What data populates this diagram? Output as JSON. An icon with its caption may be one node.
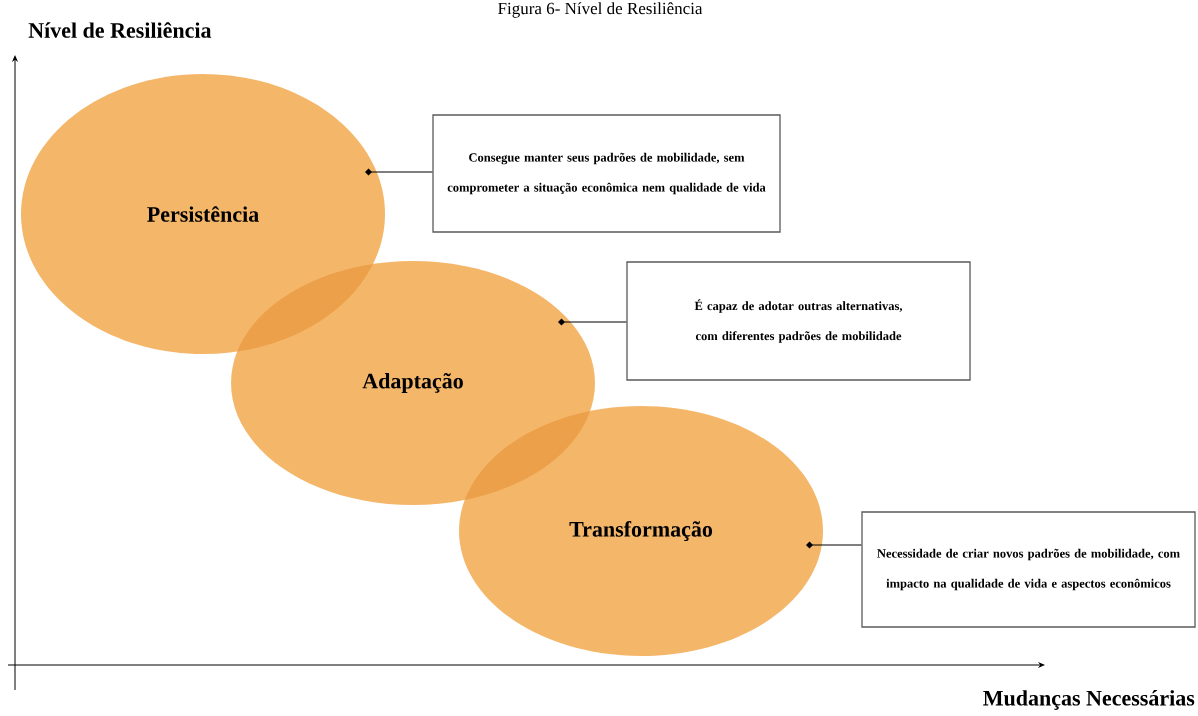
{
  "diagram": {
    "title": "Figura 6- Nível de Resiliência",
    "nodes": [
      {
        "text": [
          "Persistência"
        ]
      },
      {
        "text": [
          "Adaptação"
        ]
      },
      {
        "text": [
          "Transformação"
        ]
      },
      {
        "text": [
          "Consegue manter seus padrões de mobilidade, sem comprometer a situação econômica nem qualidade de vida"
        ]
      },
      {
        "text": [
          "É capaz de adotar outras alternativas, com diferentes padrões de mobilidade"
        ]
      },
      {
        "text": [
          "Necessidade de criar novos padrões de mobilidade, com impacto na qualidade de vida e aspectos econômicos"
        ]
      }
    ],
    "edges": [
      {
        "from": 3,
        "to": 0,
        "arrow": "other"
      },
      {
        "from": 4,
        "to": 1,
        "arrow": "other"
      },
      {
        "from": 5,
        "to": 2,
        "arrow": "other"
      }
    ],
    "labels": [
      "Nível de Resiliência",
      "Mudanças Necessárias"
    ]
  }
}
